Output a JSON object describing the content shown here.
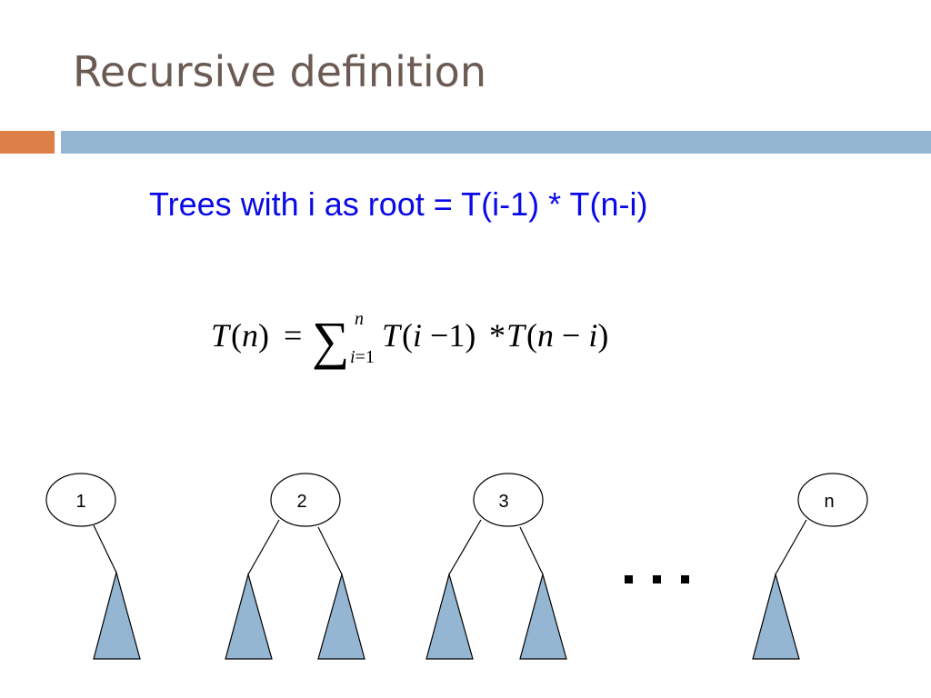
{
  "slide": {
    "title": "Recursive definition",
    "subtitle": "Trees with i as root = T(i-1) * T(n-i)",
    "colors": {
      "title": "#6b5b53",
      "accent_orange": "#dd8047",
      "accent_blue": "#94b6d2",
      "subtitle": "#0a0ae6",
      "subtree_fill": "#94b6d2"
    }
  },
  "formula": {
    "lhs": "T(n)",
    "equals": "=",
    "sum_symbol": "∑",
    "upper_limit": "n",
    "lower_limit": "i=1",
    "term_1": "T(i−1)",
    "operator": "*",
    "term_2": "T(n−i)"
  },
  "trees": [
    {
      "root_label": "1",
      "subtrees": [
        "right"
      ]
    },
    {
      "root_label": "2",
      "subtrees": [
        "left",
        "right"
      ]
    },
    {
      "root_label": "3",
      "subtrees": [
        "left",
        "right"
      ]
    },
    {
      "root_label": "n",
      "subtrees": [
        "left"
      ]
    }
  ],
  "ellipsis": "· · ·"
}
